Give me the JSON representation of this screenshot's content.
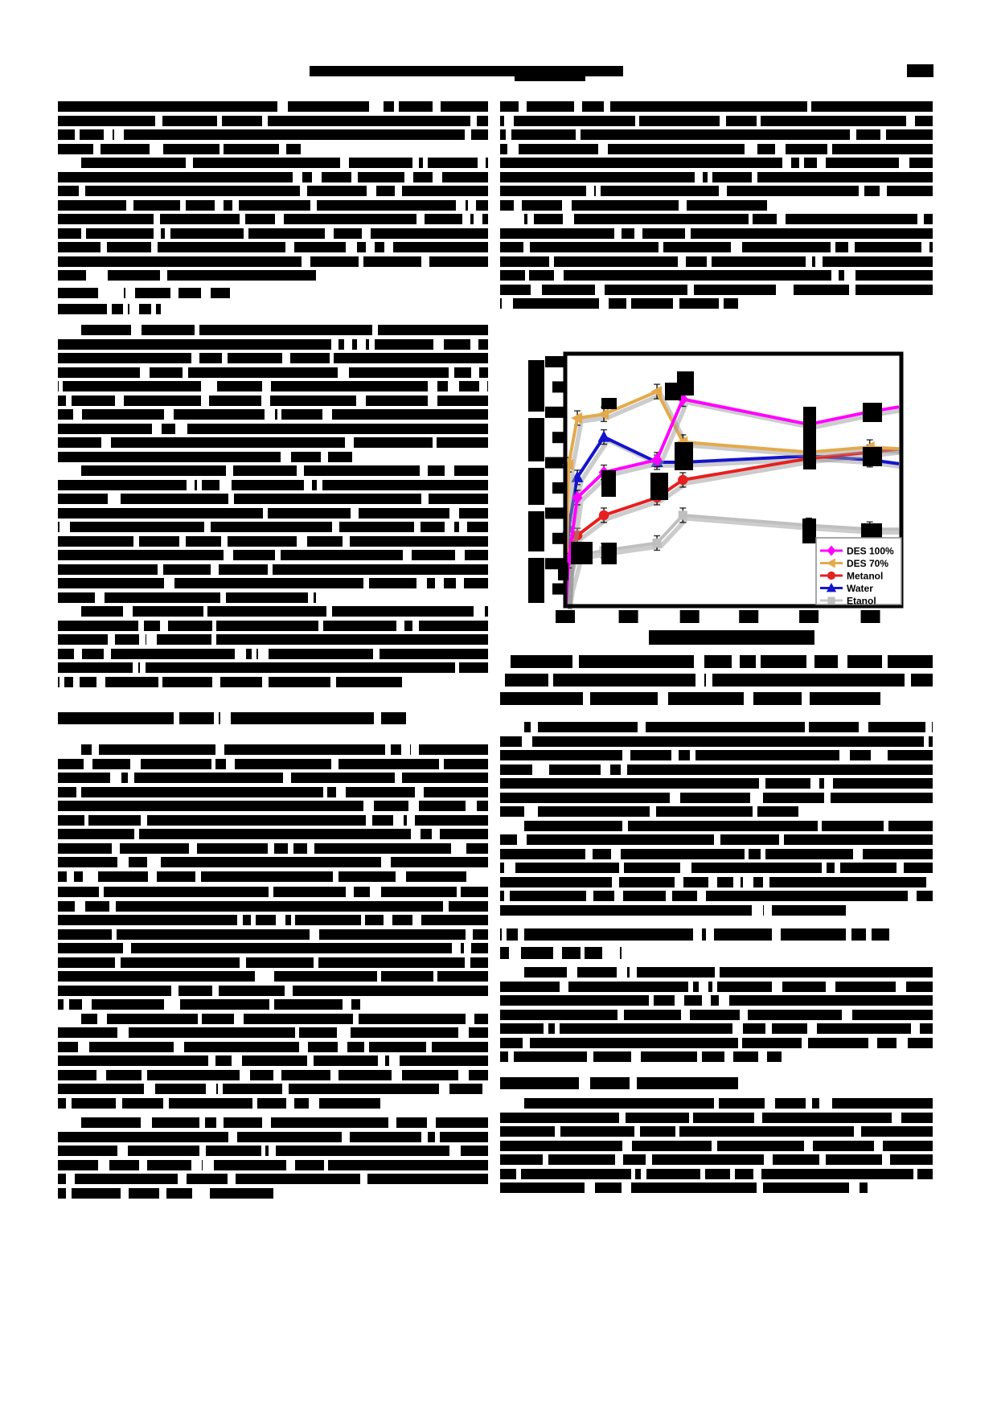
{
  "page": {
    "kind": "journal-article-page",
    "background_color": "#ffffff",
    "redaction_color": "#000000",
    "note": "All running-head text, page number, body text, headings, figure caption and chart axis labels are redacted as solid black blocks. The only legible text on the page is the chart legend.",
    "columns": 2
  },
  "figure": {
    "caption_redacted": true,
    "x_axis_label_redacted": true,
    "y_axis_label_redacted": true,
    "legend_border_color": "#8c8c8c",
    "legend_background": "#ffffff",
    "legend_text_color": "#000000"
  },
  "chart_data": {
    "type": "line",
    "title": "",
    "xlabel": "",
    "ylabel": "",
    "tick_labels_redacted": true,
    "grid": false,
    "frame": true,
    "legend_position": "lower-right",
    "x_axis": {
      "num_ticks": 6,
      "tick_positions_pct": [
        0,
        18.8,
        37.0,
        54.6,
        72.5,
        90.8
      ]
    },
    "y_axis": {
      "num_ticks": 10
    },
    "x_points_pct": [
      0.2,
      1.0,
      3.6,
      11.5,
      27.3,
      35.0,
      72.5,
      90.6
    ],
    "series": [
      {
        "name": "DES 100%",
        "color": "#ff00ff",
        "marker": "diamond",
        "values_pct": [
          0,
          18,
          43,
          53,
          58,
          82,
          72,
          77
        ]
      },
      {
        "name": "DES 70%",
        "color": "#e3aa4b",
        "marker": "triangle-left",
        "values_pct": [
          0,
          56,
          74.5,
          76,
          85,
          65,
          61,
          63
        ]
      },
      {
        "name": "Metanol",
        "color": "#e62020",
        "marker": "circle",
        "values_pct": [
          0,
          21,
          28,
          36,
          43,
          50,
          58.5,
          61
        ]
      },
      {
        "name": "Water",
        "color": "#1414cc",
        "marker": "triangle-up",
        "values_pct": [
          0,
          31,
          51,
          67,
          57,
          57,
          59.5,
          58
        ]
      },
      {
        "name": "Etanol",
        "color": "#bfbfbf",
        "marker": "square",
        "values_pct": [
          0,
          7,
          20,
          22,
          25,
          36,
          32,
          30.5
        ]
      }
    ],
    "values_note": "Axis tick labels are redacted in the source image; series values are expressed as percent of plot height (0 = baseline), x positions as percent of plot width, estimated from pixels. Error bars present on points; several point annotations are redacted black blocks."
  }
}
